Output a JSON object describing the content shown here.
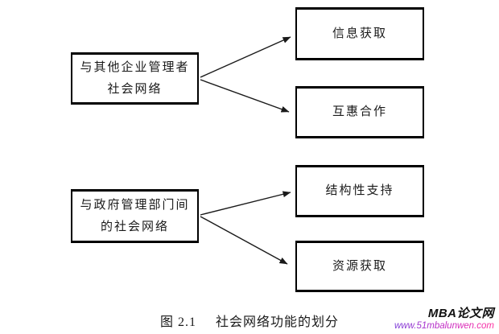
{
  "diagram": {
    "left_nodes": [
      {
        "lines": [
          "与其他企业管理者",
          "社会网络"
        ]
      },
      {
        "lines": [
          "与政府管理部门间",
          "的社会网络"
        ]
      }
    ],
    "right_nodes": [
      {
        "label": "信息获取"
      },
      {
        "label": "互惠合作"
      },
      {
        "label": "结构性支持"
      },
      {
        "label": "资源获取"
      }
    ],
    "connections": [
      {
        "from": "与其他企业管理者社会网络",
        "to": "信息获取"
      },
      {
        "from": "与其他企业管理者社会网络",
        "to": "互惠合作"
      },
      {
        "from": "与政府管理部门间的社会网络",
        "to": "结构性支持"
      },
      {
        "from": "与政府管理部门间的社会网络",
        "to": "资源获取"
      }
    ]
  },
  "caption": {
    "number": "图 2.1",
    "title": "社会网络功能的划分"
  },
  "watermark": {
    "site_name": "MBA论文网",
    "url": "www.51mbalunwen.com"
  },
  "colors": {
    "background": "#ffffff",
    "box_border": "#000000",
    "text": "#1a1a1a",
    "url_gradient_start": "#7a3bd8",
    "url_gradient_end": "#ff2f9e"
  }
}
